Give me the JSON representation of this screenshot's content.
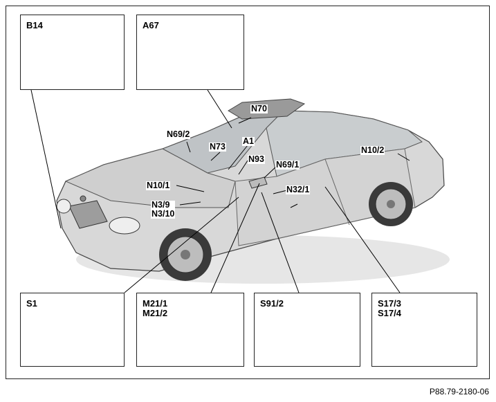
{
  "figure": {
    "reference": "P88.79-2180-06"
  },
  "insets": {
    "b14": {
      "label": "B14"
    },
    "a67": {
      "label": "A67"
    },
    "s1": {
      "label": "S1"
    },
    "m21": {
      "label": "M21/1\nM21/2"
    },
    "s91": {
      "label": "S91/2"
    },
    "s17": {
      "label": "S17/3\nS17/4"
    }
  },
  "callouts": {
    "n70": "N70",
    "n69_2": "N69/2",
    "n73": "N73",
    "a1": "A1",
    "n93": "N93",
    "n69_1": "N69/1",
    "n10_2": "N10/2",
    "n10_1": "N10/1",
    "n3_9": "N3/9\nN3/10",
    "n32_1": "N32/1"
  }
}
